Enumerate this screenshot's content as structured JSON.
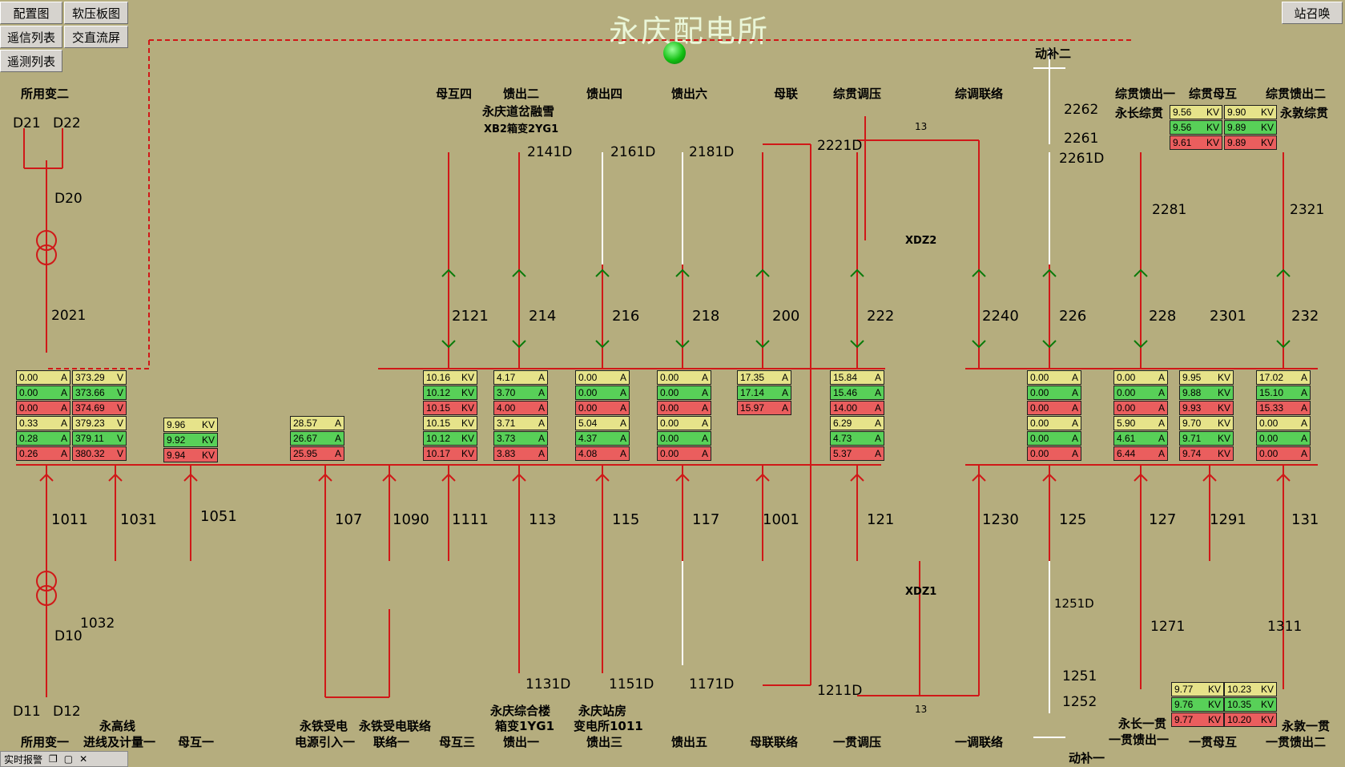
{
  "toolbar": {
    "layout": "配置图",
    "softplate": "软压板图",
    "signal_list": "遥信列表",
    "acdc": "交直流屏",
    "measure_list": "遥测列表",
    "station_call": "站召唤"
  },
  "title": "永庆配电所",
  "status": {
    "alarm": "实时报警",
    "icons": [
      "restore-icon",
      "maximize-icon",
      "close-icon"
    ]
  },
  "top_labels": {
    "suoyongbian2": "所用变二",
    "mu4": "母互四",
    "kuichu2": "馈出二",
    "kuichu2_sub1": "永庆道岔融雪",
    "kuichu2_sub2": "XB2箱变2YG1",
    "kuichu4": "馈出四",
    "kuichu6": "馈出六",
    "mulian": "母联",
    "zongguan_tiaoya": "综贯调压",
    "zongtiao_lianluo": "综调联络",
    "dongbu2": "动补二",
    "zgkc1": "综贯馈出一",
    "yongchang": "永长综贯",
    "zgmh": "综贯母互",
    "zgkc2": "综贯馈出二",
    "yongdun": "永敦综贯"
  },
  "bottom_labels": {
    "suoyongbian1": "所用变一",
    "yonggao1": "永高线",
    "yonggao2": "进线及计量一",
    "muhu1": "母互一",
    "ytsd1": "永铁受电",
    "ytsd2": "电源引入一",
    "ytll1": "永铁受电联络",
    "ytll2": "联络一",
    "muhu3": "母互三",
    "yqzh1": "永庆综合楼",
    "yqzh2": "箱变1YG1",
    "yqzh3": "馈出一",
    "yqzf1": "永庆站房",
    "yqzf2": "变电所1011",
    "yqzf3": "馈出三",
    "kc5": "馈出五",
    "mllianluo": "母联联络",
    "yg_tiaoya": "一贯调压",
    "yt_lianluo": "一调联络",
    "dongbu1": "动补一",
    "ycyg1": "永长一贯",
    "ycyg2": "一贯馈出一",
    "ygmh": "一贯母互",
    "ydyg1": "永敦一贯",
    "ydyg2": "一贯馈出二"
  },
  "devices": {
    "d21": "D21",
    "d22": "D22",
    "d20": "D20",
    "n2021": "2021",
    "n2141d": "2141D",
    "n2161d": "2161D",
    "n2181d": "2181D",
    "n2221d": "2221D",
    "n2262": "2262",
    "n2261": "2261",
    "n2261d": "2261D",
    "n2281": "2281",
    "n2321": "2321",
    "xdz2": "XDZ2",
    "n13a": "13",
    "n2121": "2121",
    "n214": "214",
    "n216": "216",
    "n218": "218",
    "n200": "200",
    "n222": "222",
    "n2240": "2240",
    "n226": "226",
    "n228": "228",
    "n2301": "2301",
    "n232": "232",
    "n1011": "1011",
    "n1031": "1031",
    "n1051": "1051",
    "n107": "107",
    "n1090": "1090",
    "n1111": "1111",
    "n113": "113",
    "n115": "115",
    "n117": "117",
    "n1001": "1001",
    "n121": "121",
    "n1230": "1230",
    "n125": "125",
    "n127": "127",
    "n1291": "1291",
    "n131": "131",
    "d10": "D10",
    "n1032": "1032",
    "xdz1": "XDZ1",
    "n1251d": "1251D",
    "n1251": "1251",
    "n1252": "1252",
    "n1271": "1271",
    "n1311": "1311",
    "n1131d": "1131D",
    "n1151d": "1151D",
    "n1171d": "1171D",
    "n1211d": "1211D",
    "n13b": "13",
    "d11": "D11",
    "d12": "D12"
  },
  "meters": {
    "m_a": [
      [
        "0.00",
        "A",
        "y"
      ],
      [
        "0.00",
        "A",
        "g"
      ],
      [
        "0.00",
        "A",
        "r"
      ],
      [
        "0.33",
        "A",
        "y"
      ],
      [
        "0.28",
        "A",
        "g"
      ],
      [
        "0.26",
        "A",
        "r"
      ]
    ],
    "m_b": [
      [
        "373.29",
        "V",
        "y"
      ],
      [
        "373.66",
        "V",
        "g"
      ],
      [
        "374.69",
        "V",
        "r"
      ],
      [
        "379.23",
        "V",
        "y"
      ],
      [
        "379.11",
        "V",
        "g"
      ],
      [
        "380.32",
        "V",
        "r"
      ]
    ],
    "m_c": [
      [
        "9.96",
        "KV",
        "y"
      ],
      [
        "9.92",
        "KV",
        "g"
      ],
      [
        "9.94",
        "KV",
        "r"
      ]
    ],
    "m_d": [
      [
        "28.57",
        "A",
        "y"
      ],
      [
        "26.67",
        "A",
        "g"
      ],
      [
        "25.95",
        "A",
        "r"
      ]
    ],
    "m_e": [
      [
        "10.16",
        "KV",
        "y"
      ],
      [
        "10.12",
        "KV",
        "g"
      ],
      [
        "10.15",
        "KV",
        "r"
      ],
      [
        "10.15",
        "KV",
        "y"
      ],
      [
        "10.12",
        "KV",
        "g"
      ],
      [
        "10.17",
        "KV",
        "r"
      ]
    ],
    "m_f": [
      [
        "4.17",
        "A",
        "y"
      ],
      [
        "3.70",
        "A",
        "g"
      ],
      [
        "4.00",
        "A",
        "r"
      ],
      [
        "3.71",
        "A",
        "y"
      ],
      [
        "3.73",
        "A",
        "g"
      ],
      [
        "3.83",
        "A",
        "r"
      ]
    ],
    "m_g": [
      [
        "0.00",
        "A",
        "y"
      ],
      [
        "0.00",
        "A",
        "g"
      ],
      [
        "0.00",
        "A",
        "r"
      ],
      [
        "5.04",
        "A",
        "y"
      ],
      [
        "4.37",
        "A",
        "g"
      ],
      [
        "4.08",
        "A",
        "r"
      ]
    ],
    "m_h": [
      [
        "0.00",
        "A",
        "y"
      ],
      [
        "0.00",
        "A",
        "g"
      ],
      [
        "0.00",
        "A",
        "r"
      ],
      [
        "0.00",
        "A",
        "y"
      ],
      [
        "0.00",
        "A",
        "g"
      ],
      [
        "0.00",
        "A",
        "r"
      ]
    ],
    "m_i": [
      [
        "17.35",
        "A",
        "y"
      ],
      [
        "17.14",
        "A",
        "g"
      ],
      [
        "15.97",
        "A",
        "r"
      ]
    ],
    "m_j": [
      [
        "15.84",
        "A",
        "y"
      ],
      [
        "15.46",
        "A",
        "g"
      ],
      [
        "14.00",
        "A",
        "r"
      ],
      [
        "6.29",
        "A",
        "y"
      ],
      [
        "4.73",
        "A",
        "g"
      ],
      [
        "5.37",
        "A",
        "r"
      ]
    ],
    "m_k": [
      [
        "0.00",
        "A",
        "y"
      ],
      [
        "0.00",
        "A",
        "g"
      ],
      [
        "0.00",
        "A",
        "r"
      ],
      [
        "0.00",
        "A",
        "y"
      ],
      [
        "0.00",
        "A",
        "g"
      ],
      [
        "0.00",
        "A",
        "r"
      ]
    ],
    "m_l": [
      [
        "0.00",
        "A",
        "y"
      ],
      [
        "0.00",
        "A",
        "g"
      ],
      [
        "0.00",
        "A",
        "r"
      ],
      [
        "5.90",
        "A",
        "y"
      ],
      [
        "4.61",
        "A",
        "g"
      ],
      [
        "6.44",
        "A",
        "r"
      ]
    ],
    "m_m": [
      [
        "9.95",
        "KV",
        "y"
      ],
      [
        "9.88",
        "KV",
        "g"
      ],
      [
        "9.93",
        "KV",
        "r"
      ],
      [
        "9.70",
        "KV",
        "y"
      ],
      [
        "9.71",
        "KV",
        "g"
      ],
      [
        "9.74",
        "KV",
        "r"
      ]
    ],
    "m_n": [
      [
        "17.02",
        "A",
        "y"
      ],
      [
        "15.10",
        "A",
        "g"
      ],
      [
        "15.33",
        "A",
        "r"
      ],
      [
        "0.00",
        "A",
        "y"
      ],
      [
        "0.00",
        "A",
        "g"
      ],
      [
        "0.00",
        "A",
        "r"
      ]
    ],
    "m_top1": [
      [
        "9.56",
        "KV",
        "y"
      ],
      [
        "9.56",
        "KV",
        "g"
      ],
      [
        "9.61",
        "KV",
        "r"
      ]
    ],
    "m_top2": [
      [
        "9.90",
        "KV",
        "y"
      ],
      [
        "9.89",
        "KV",
        "g"
      ],
      [
        "9.89",
        "KV",
        "r"
      ]
    ],
    "m_bot1": [
      [
        "9.77",
        "KV",
        "y"
      ],
      [
        "9.76",
        "KV",
        "g"
      ],
      [
        "9.77",
        "KV",
        "r"
      ]
    ],
    "m_bot2": [
      [
        "10.23",
        "KV",
        "y"
      ],
      [
        "10.35",
        "KV",
        "g"
      ],
      [
        "10.20",
        "KV",
        "r"
      ]
    ]
  },
  "colors": {
    "line": "#d01818",
    "dead": "#ffffff",
    "ok": "#0a7a0a",
    "bg": "#b5ad7e"
  }
}
